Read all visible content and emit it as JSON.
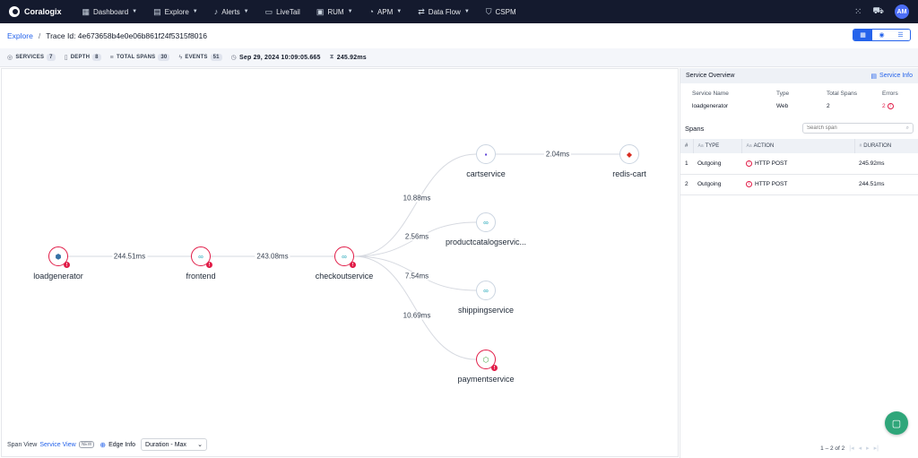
{
  "app": {
    "brand": "Coralogix"
  },
  "nav": {
    "items": [
      {
        "label": "Dashboard",
        "icon": "grid-icon",
        "caret": true
      },
      {
        "label": "Explore",
        "icon": "explore-icon",
        "caret": true
      },
      {
        "label": "Alerts",
        "icon": "bell-icon",
        "caret": true
      },
      {
        "label": "LiveTail",
        "icon": "livetail-icon",
        "caret": false
      },
      {
        "label": "RUM",
        "icon": "rum-icon",
        "caret": true
      },
      {
        "label": "APM",
        "icon": "gauge-icon",
        "caret": true
      },
      {
        "label": "Data Flow",
        "icon": "dataflow-icon",
        "caret": true
      },
      {
        "label": "CSPM",
        "icon": "shield-icon",
        "caret": false
      }
    ],
    "user_initials": "AM"
  },
  "breadcrumb": {
    "root": "Explore",
    "separator": "/",
    "current": "Trace Id: 4e673658b4e0e06b861f24f5315f8016"
  },
  "stats": {
    "services_label": "SERVICES",
    "services": "7",
    "depth_label": "DEPTH",
    "depth": "8",
    "spans_label": "TOTAL SPANS",
    "spans": "30",
    "events_label": "EVENTS",
    "events": "51",
    "start_time": "Sep 29, 2024 10:09:05.665",
    "duration": "245.92ms"
  },
  "graph": {
    "nodes": [
      {
        "id": "loadgenerator",
        "label": "loadgenerator",
        "error": true,
        "icon": "python-icon"
      },
      {
        "id": "frontend",
        "label": "frontend",
        "error": true,
        "icon": "link-icon"
      },
      {
        "id": "checkoutservice",
        "label": "checkoutservice",
        "error": true,
        "icon": "link-icon"
      },
      {
        "id": "cartservice",
        "label": "cartservice",
        "error": false,
        "icon": "dotnet-icon"
      },
      {
        "id": "redis-cart",
        "label": "redis-cart",
        "error": false,
        "icon": "redis-icon"
      },
      {
        "id": "productcatalogservice",
        "label": "productcatalogservic...",
        "error": false,
        "icon": "link-icon"
      },
      {
        "id": "shippingservice",
        "label": "shippingservice",
        "error": false,
        "icon": "link-icon"
      },
      {
        "id": "paymentservice",
        "label": "paymentservice",
        "error": true,
        "icon": "node-icon"
      }
    ],
    "edges": [
      {
        "from": "loadgenerator",
        "to": "frontend",
        "label": "244.51ms"
      },
      {
        "from": "frontend",
        "to": "checkoutservice",
        "label": "243.08ms"
      },
      {
        "from": "checkoutservice",
        "to": "cartservice",
        "label": "10.88ms"
      },
      {
        "from": "cartservice",
        "to": "redis-cart",
        "label": "2.04ms"
      },
      {
        "from": "checkoutservice",
        "to": "productcatalogservice",
        "label": "2.56ms"
      },
      {
        "from": "checkoutservice",
        "to": "shippingservice",
        "label": "7.54ms"
      },
      {
        "from": "checkoutservice",
        "to": "paymentservice",
        "label": "10.69ms"
      }
    ],
    "footer": {
      "span_view": "Span View",
      "service_view": "Service View",
      "new_badge": "NEW",
      "edge_info": "Edge Info",
      "edge_select": "Duration - Max"
    }
  },
  "panel": {
    "title": "Service Overview",
    "info_link": "Service Info",
    "overview": {
      "headers": [
        "Service Name",
        "Type",
        "Total Spans",
        "Errors"
      ],
      "values": [
        "loadgenerator",
        "Web",
        "2",
        "2"
      ]
    },
    "spans_title": "Spans",
    "search_placeholder": "Search span",
    "table": {
      "headers": [
        "#",
        "TYPE",
        "ACTION",
        "DURATION"
      ],
      "rows": [
        [
          "1",
          "Outgoing",
          "HTTP POST",
          "245.92ms"
        ],
        [
          "2",
          "Outgoing",
          "HTTP POST",
          "244.51ms"
        ]
      ]
    },
    "pager": "1 – 2 of 2"
  }
}
